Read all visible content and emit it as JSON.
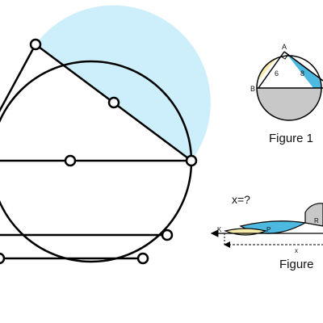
{
  "colors": {
    "yellow": "#ffff00",
    "light_blue": "#cdeefb",
    "blue": "#4db8e0",
    "gray": "#c8c8c8",
    "pale_yellow": "#f7ecab",
    "stroke": "#000000"
  },
  "figure1": {
    "caption": "Figure 1",
    "vertex_labels": {
      "a": "A",
      "b": "B"
    },
    "side_labels": {
      "left": "6",
      "right": "8"
    }
  },
  "figure2": {
    "question": "x=?",
    "caption": "Figure",
    "point_labels": {
      "k": "K",
      "p": "P",
      "r": "R"
    },
    "distance_label": "x"
  }
}
